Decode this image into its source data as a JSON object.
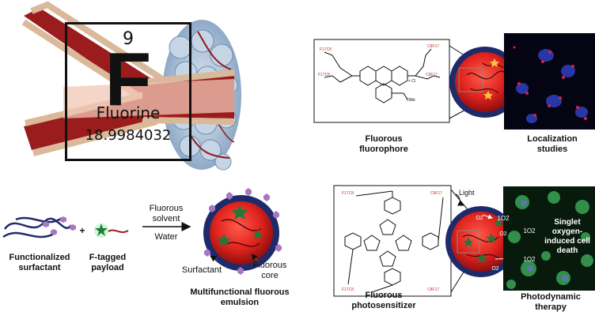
{
  "element": {
    "number": "9",
    "symbol": "F",
    "name": "Fluorine",
    "mass": "18.9984032"
  },
  "emulsion": {
    "surfactant_label": "Functionalized surfactant",
    "plus": "+",
    "payload_label": "F-tagged payload",
    "arrow_top": "Fluorous solvent",
    "arrow_bottom": "Water",
    "pointer_surfactant": "Surfactant",
    "pointer_core": "Fluorous core",
    "caption": "Multifunctional fluorous emulsion"
  },
  "fluorophore": {
    "caption": "Fluorous fluorophore",
    "result_caption": "Localization studies",
    "substituents": [
      "F17C8",
      "F17C8",
      "C8F17",
      "C8F17"
    ],
    "counter_ion": "+ Cl",
    "ester": "OMe"
  },
  "photosensitizer": {
    "caption": "Fluorous photosensitizer",
    "result_caption": "Photodynamic therapy",
    "light_label": "Light",
    "o2_labels": [
      "O2",
      "O2",
      "O2"
    ],
    "singlet_labels": [
      "1O2",
      "1O2",
      "1O2"
    ],
    "inset_text": "Singlet oxygen-induced cell death",
    "substituents": [
      "F17C8",
      "C8F17",
      "F17C8",
      "C8F17"
    ]
  }
}
